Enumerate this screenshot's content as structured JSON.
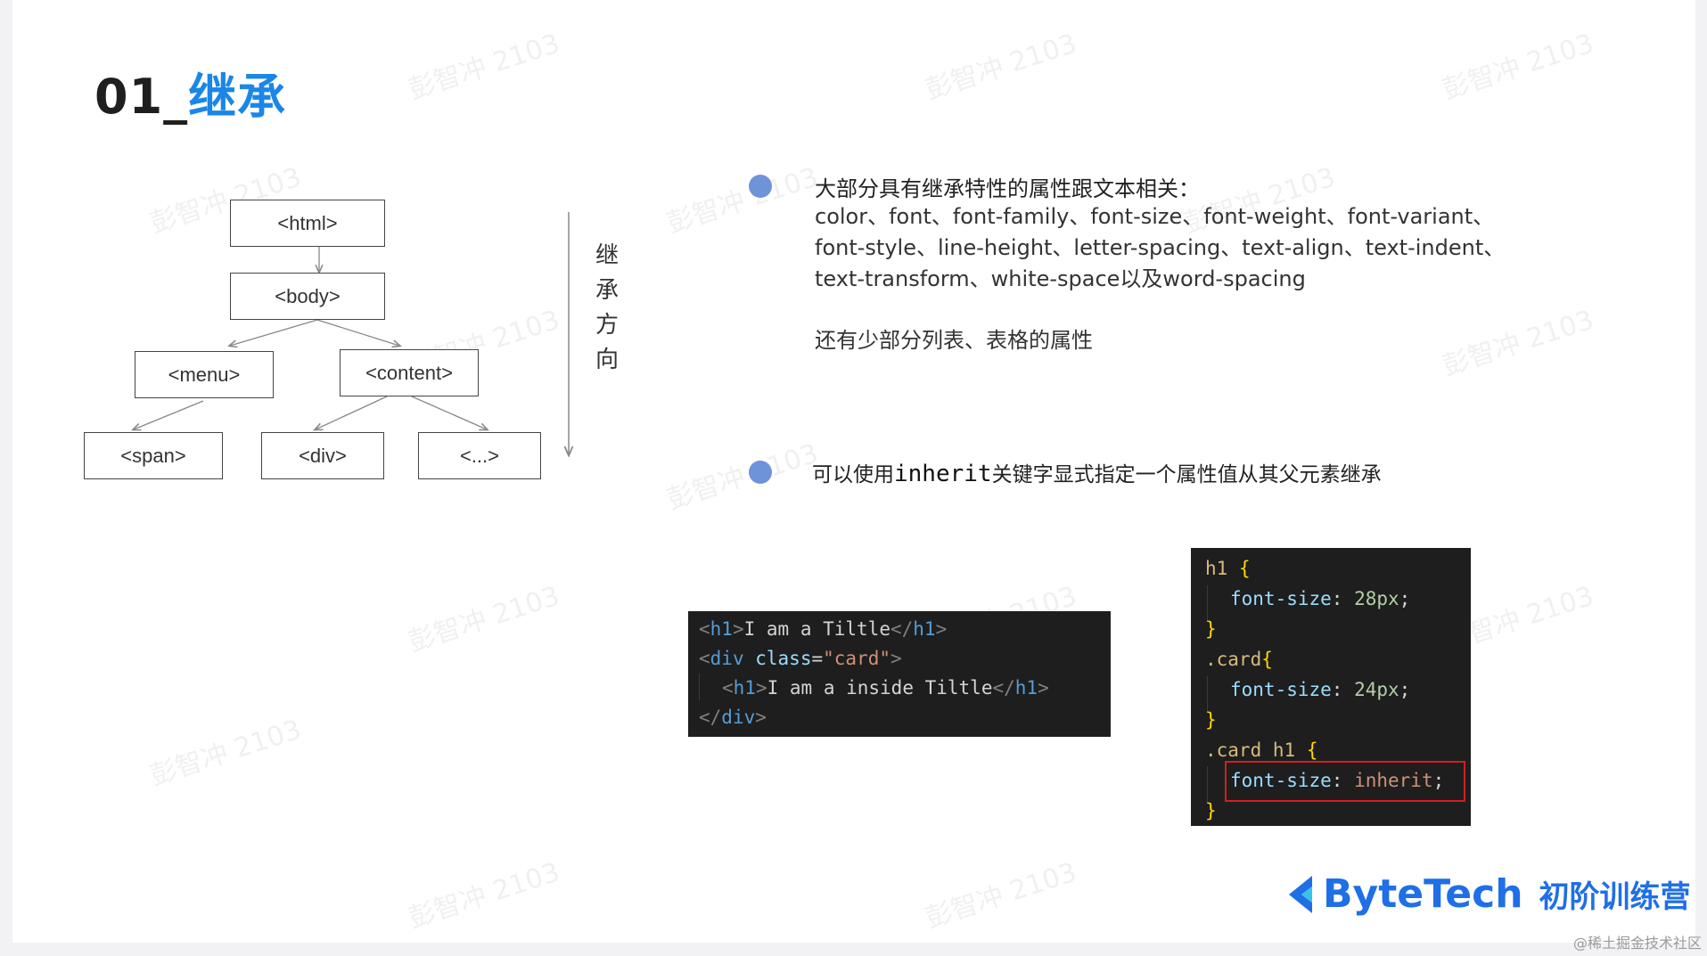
{
  "title": {
    "number": "01_",
    "text": "继承"
  },
  "watermark": "彭智冲 2103",
  "tree": {
    "nodes": {
      "html": "<html>",
      "body": "<body>",
      "menu": "<menu>",
      "content": "<content>",
      "span": "<span>",
      "div": "<div>",
      "etc": "<...>"
    },
    "direction_label": "继承方向"
  },
  "bullets": [
    {
      "heading": "大部分具有继承特性的属性跟文本相关：",
      "body": "color、font、font-family、font-size、font-weight、font-variant、font-style、line-height、letter-spacing、text-align、text-indent、text-transform、white-space以及word-spacing",
      "extra": "还有少部分列表、表格的属性"
    },
    {
      "prefix": "可以使用",
      "keyword": "inherit",
      "suffix": "关键字显式指定一个属性值从其父元素继承"
    }
  ],
  "html_code": {
    "line1": {
      "open": "h1",
      "text": "I am a Tiltle",
      "close": "h1"
    },
    "line2": {
      "tag": "div",
      "attr": "class",
      "value": "\"card\""
    },
    "line3": {
      "open": "h1",
      "text": "I am a inside Tiltle",
      "close": "h1"
    },
    "line4": {
      "close": "div"
    }
  },
  "css_code": {
    "rule1": {
      "selector": "h1",
      "prop": "font-size",
      "value": "28px"
    },
    "rule2": {
      "selector": ".card",
      "prop": "font-size",
      "value": "24px"
    },
    "rule3": {
      "selector": ".card h1",
      "prop": "font-size",
      "value": "inherit"
    }
  },
  "brand": {
    "name": "ByteTech",
    "sub": "初阶训练营"
  },
  "credit": "@稀土掘金技术社区",
  "colors": {
    "accent": "#1a86e8",
    "bullet": "#6f93d9",
    "brand": "#1f6fe6",
    "highlight": "#d21f1f",
    "code_bg": "#1e1e1e"
  }
}
